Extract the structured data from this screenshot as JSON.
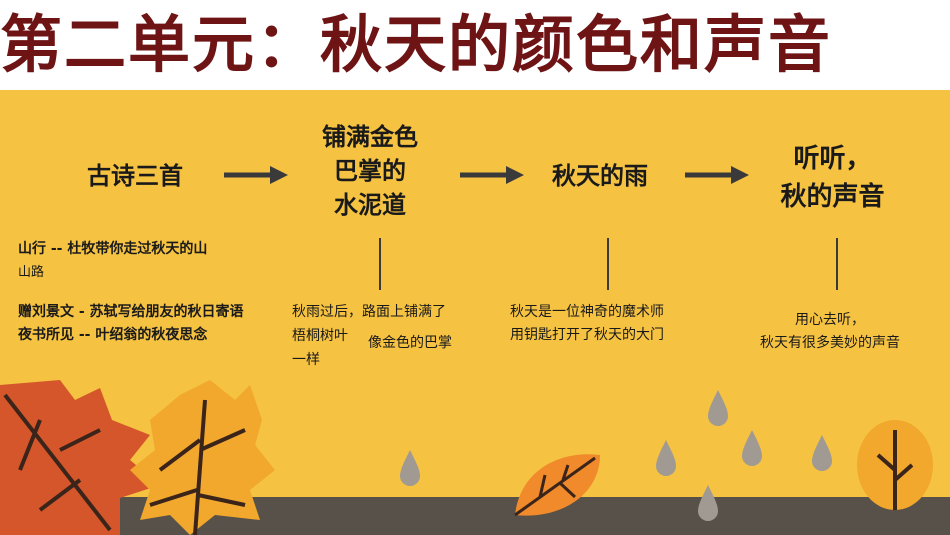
{
  "title": "第二单元：秋天的颜色和声音",
  "nodes": [
    {
      "lines": [
        "古诗三首"
      ]
    },
    {
      "lines": [
        "铺满金色",
        "巴掌的",
        "水泥道"
      ]
    },
    {
      "lines": [
        "秋天的雨"
      ]
    },
    {
      "lines": [
        "听听，",
        "秋的声音"
      ]
    }
  ],
  "poems": {
    "shanxing": "山行 -- 杜牧带你走过秋天的山",
    "shanlu": "山路",
    "zengliu": "赠刘景文 - 苏轼写给朋友的秋日寄语",
    "yeshu": "夜书所见 -- 叶绍翁的秋夜思念"
  },
  "desc": {
    "road": [
      "秋雨过后，路面上铺满了",
      "梧桐树叶",
      "像金色的巴掌",
      "一样"
    ],
    "rain": [
      "秋天是一位神奇的魔术师",
      "用钥匙打开了秋天的大门"
    ],
    "sound": [
      "用心去听，",
      "秋天有很多美妙的声音"
    ]
  },
  "colors": {
    "title": "#6e1414",
    "background": "#f5c242",
    "ground": "#57514a"
  }
}
